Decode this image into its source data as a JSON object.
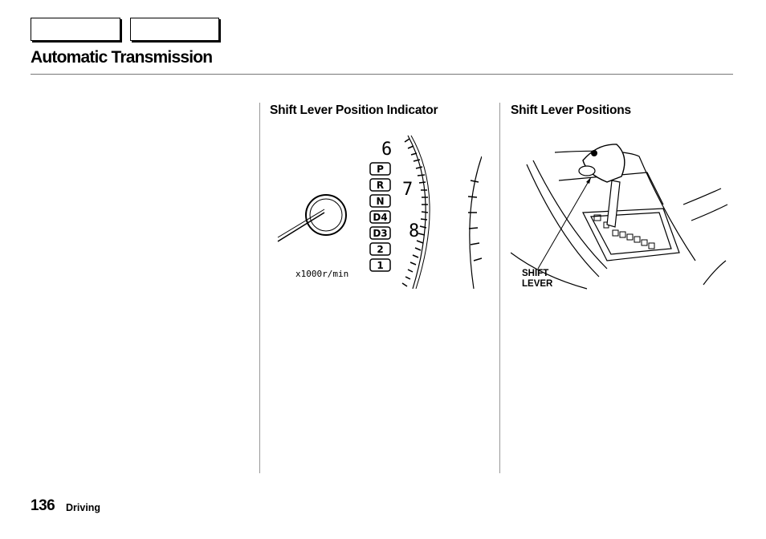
{
  "header": {
    "title": "Automatic Transmission"
  },
  "left_column": {
    "heading": "Shift Lever Position Indicator",
    "indicator": {
      "gears": [
        "P",
        "R",
        "N",
        "D4",
        "D3",
        "2",
        "1"
      ],
      "tach_numbers": [
        "6",
        "7",
        "8"
      ],
      "tach_unit": "x1000r/min"
    }
  },
  "right_column": {
    "heading": "Shift Lever Positions",
    "callout_line1": "SHIFT",
    "callout_line2": "LEVER"
  },
  "footer": {
    "page_number": "136",
    "section": "Driving"
  }
}
